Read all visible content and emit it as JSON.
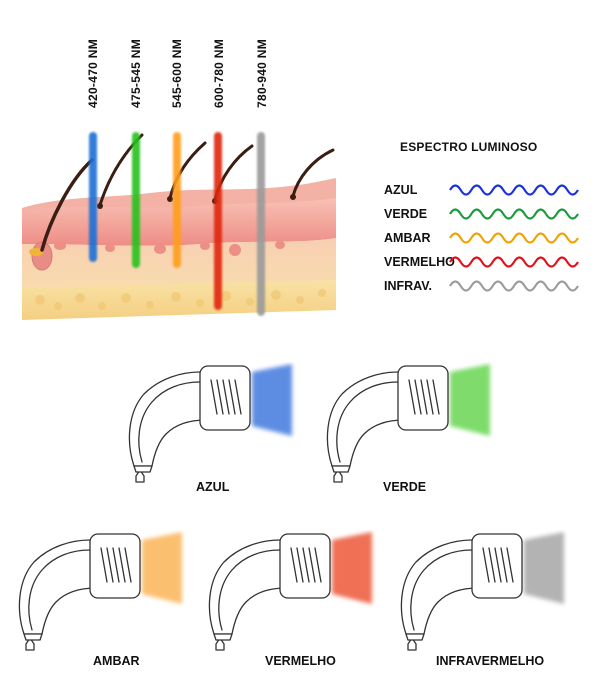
{
  "wavelengths": [
    {
      "label": "420-470 NM",
      "color": "#1b6fd6"
    },
    {
      "label": "475-545 NM",
      "color": "#27c21e"
    },
    {
      "label": "545-600 NM",
      "color": "#ff9e1a"
    },
    {
      "label": "600-780 NM",
      "color": "#e0260b"
    },
    {
      "label": "780-940 NM",
      "color": "#9a9a9a"
    }
  ],
  "legend": {
    "title": "ESPECTRO LUMINOSO",
    "items": [
      {
        "name": "AZUL",
        "color": "#1a2fe0"
      },
      {
        "name": "VERDE",
        "color": "#1a9a3a"
      },
      {
        "name": "AMBAR",
        "color": "#f2a100"
      },
      {
        "name": "VERMELHO",
        "color": "#e0101a"
      },
      {
        "name": "INFRAV.",
        "color": "#9c9c9c"
      }
    ]
  },
  "devices": [
    {
      "label": "AZUL",
      "light_color": "#5d8de3",
      "icon": "light-therapy-handpiece-icon"
    },
    {
      "label": "VERDE",
      "light_color": "#7fdc6c",
      "icon": "light-therapy-handpiece-icon"
    },
    {
      "label": "AMBAR",
      "light_color": "#fbbf70",
      "icon": "light-therapy-handpiece-icon"
    },
    {
      "label": "VERMELHO",
      "light_color": "#ef6f55",
      "icon": "light-therapy-handpiece-icon"
    },
    {
      "label": "INFRAVERMELHO",
      "light_color": "#b3b3b3",
      "icon": "light-therapy-handpiece-icon"
    }
  ],
  "colors": {
    "epidermis": "#f2a39a",
    "dermis": "#f6c6a7",
    "fat": "#f7d58a",
    "hair": "#3a1e12"
  }
}
